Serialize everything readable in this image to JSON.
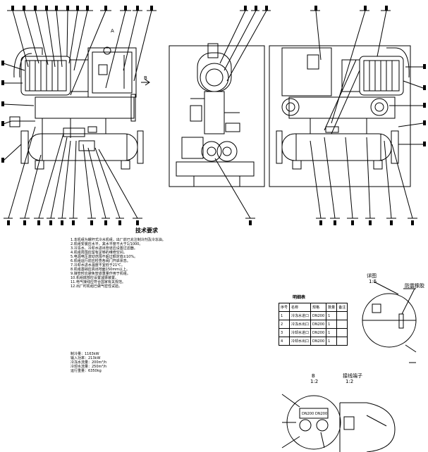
{
  "views": {
    "front_view": {
      "title": "",
      "tag_a": "A",
      "tag_b": "B"
    },
    "side_view": {
      "title": ""
    },
    "back_view": {
      "title": ""
    }
  },
  "notes": {
    "heading": "技术要求",
    "lines": [
      "1.本机组为螺杆式冷水机组，出厂前已充注制冷剂及冷冻油。",
      "2.机组安装应水平，其水平度不大于1/1000。",
      "3.冷冻水、冷却水进出管道应设置过滤器。",
      "4.机组周围应留有足够的维修空间。",
      "5.电源电压波动范围不超过额定值±10%。",
      "6.机组运行前应检查各阀门开启状态。",
      "7.冷却水进水温度不宜低于21℃。",
      "8.机组基础应高出地面150mm以上。",
      "9.接管时应避免管道重量作用于机组。",
      "10.机组底部应设置减振装置。",
      "11.电气接线应符合国家有关规范。",
      "12.出厂时机组已做气密性试验。"
    ],
    "specs": [
      "制冷量：1163kW",
      "输入功率：213kW",
      "冷冻水流量：200m³/h",
      "冷却水流量：250m³/h",
      "运行重量：6350kg"
    ]
  },
  "bom": {
    "title": "明细表",
    "header": [
      "序号",
      "名称",
      "规格",
      "数量",
      "备注"
    ],
    "rows": [
      [
        "1",
        "冷冻水进口",
        "DN200",
        "1",
        ""
      ],
      [
        "2",
        "冷冻水出口",
        "DN200",
        "1",
        ""
      ],
      [
        "3",
        "冷却水进口",
        "DN200",
        "1",
        ""
      ],
      [
        "4",
        "冷却水出口",
        "DN200",
        "1",
        ""
      ]
    ]
  },
  "details": {
    "detail_1_title": "详图",
    "detail_1_scale": "1:5",
    "detail_1_label": "防震橡胶",
    "detail_2_title": "B",
    "detail_2_scale": "1:2",
    "detail_3_title": "接线端子",
    "detail_3_scale": "1:2",
    "port_1": "DN200",
    "port_2": "DN200"
  },
  "colors": {
    "line": "#000000",
    "background": "#ffffff"
  }
}
